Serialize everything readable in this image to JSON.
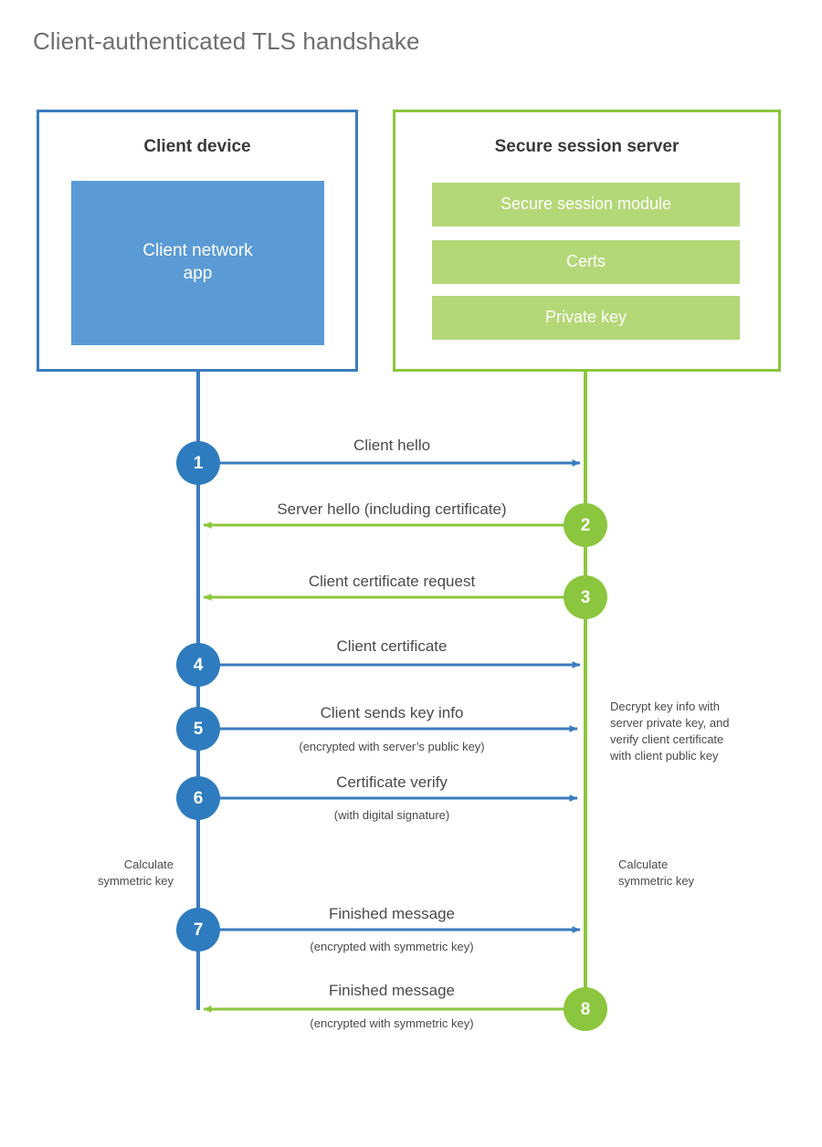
{
  "title": "Client-authenticated TLS handshake",
  "colors": {
    "client_border": "#3a7bbf",
    "client_fill": "#5b9bd5",
    "client_circle": "#2e7cbf",
    "server_border": "#8cc63e",
    "server_bar_fill": "#b4d877",
    "server_circle": "#8cc63e",
    "text": "#4a4a4a",
    "title_text": "#6e6e6e",
    "heading_text": "#3a3a3a",
    "background": "#ffffff"
  },
  "client": {
    "title": "Client device",
    "app_label_line1": "Client network",
    "app_label_line2": "app"
  },
  "server": {
    "title": "Secure session server",
    "components": [
      {
        "label": "Secure session module"
      },
      {
        "label": "Certs"
      },
      {
        "label": "Private key"
      }
    ]
  },
  "steps": [
    {
      "number": "1",
      "direction": "client-to-server",
      "label": "Client hello",
      "sublabel": "",
      "color": "client"
    },
    {
      "number": "2",
      "direction": "server-to-client",
      "label": "Server hello (including certificate)",
      "sublabel": "",
      "color": "server"
    },
    {
      "number": "3",
      "direction": "server-to-client",
      "label": "Client certificate request",
      "sublabel": "",
      "color": "server"
    },
    {
      "number": "4",
      "direction": "client-to-server",
      "label": "Client certificate",
      "sublabel": "",
      "color": "client"
    },
    {
      "number": "5",
      "direction": "client-to-server",
      "label": "Client sends key info",
      "sublabel": "(encrypted with server’s public key)",
      "color": "client"
    },
    {
      "number": "6",
      "direction": "client-to-server",
      "label": "Certificate verify",
      "sublabel": "(with digital signature)",
      "color": "client"
    },
    {
      "number": "7",
      "direction": "client-to-server",
      "label": "Finished message",
      "sublabel": "(encrypted with symmetric key)",
      "color": "client"
    },
    {
      "number": "8",
      "direction": "server-to-client",
      "label": "Finished message",
      "sublabel": "(encrypted with symmetric key)",
      "color": "server"
    }
  ],
  "notes": {
    "server_decrypt": "Decrypt key info with\nserver private key, and\nverify client certificate\nwith client public key",
    "client_calculate_line1": "Calculate",
    "client_calculate_line2": "symmetric key",
    "server_calculate_line1": "Calculate",
    "server_calculate_line2": "symmetric key"
  }
}
